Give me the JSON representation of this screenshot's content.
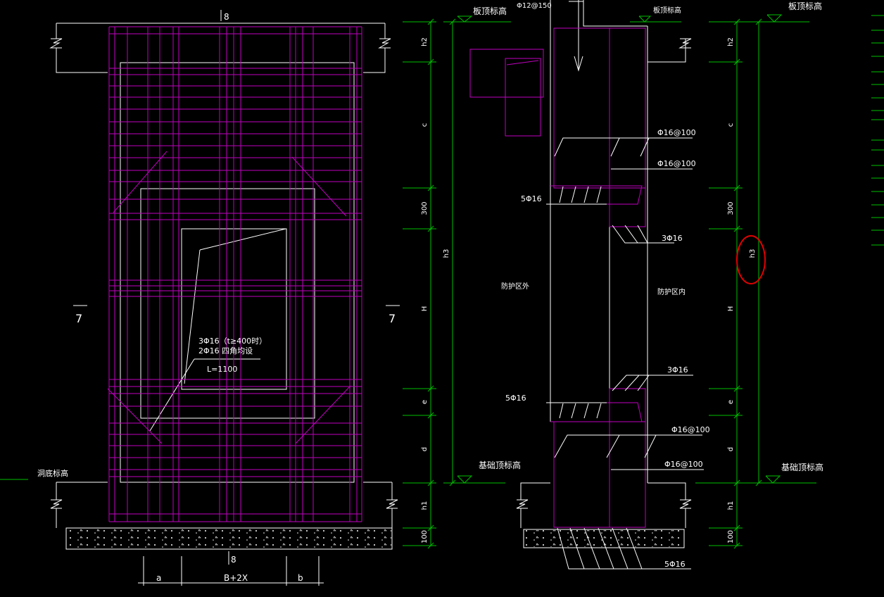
{
  "colors": {
    "background": "#000000",
    "outline": "#ffffff",
    "rebar": "#c000c0",
    "dimension": "#00c000",
    "highlight": "#e00000"
  },
  "plan": {
    "top_section": "8",
    "bottom_section": "8",
    "left_marker": "7",
    "right_marker": "7",
    "dong_di_level": "洞底标高",
    "rebar_note_1": "3Φ16（t≥400时）",
    "rebar_note_2": "2Φ16  四角均设",
    "rebar_note_3": "L=1100",
    "dim_a": "a",
    "dim_b_plus_2x": "B+2X",
    "dim_b": "b"
  },
  "section_left": {
    "board_top_level": "板顶标高",
    "foundation_top_level": "基础顶标高",
    "dims": [
      "h2",
      "c",
      "300",
      "H",
      "e",
      "d",
      "h1",
      "100"
    ],
    "total_dim": "h3"
  },
  "section_right": {
    "top_bar": "Φ12@150",
    "board_top_level_small": "板顶标高",
    "board_top_level": "板顶标高",
    "foundation_top_level": "基础顶标高",
    "outside_label": "防护区外",
    "inside_label": "防护区内",
    "rebar_labels": {
      "upper_1": "Φ16@100",
      "upper_2": "Φ16@100",
      "upper_5": "5Φ16",
      "upper_3": "3Φ16",
      "lower_3": "3Φ16",
      "lower_5": "5Φ16",
      "lower_1": "Φ16@100",
      "lower_2": "Φ16@100",
      "bottom_5": "5Φ16"
    },
    "dims": [
      "h2",
      "c",
      "300",
      "H",
      "e",
      "d",
      "h1",
      "100"
    ],
    "total_dim": "h3"
  }
}
